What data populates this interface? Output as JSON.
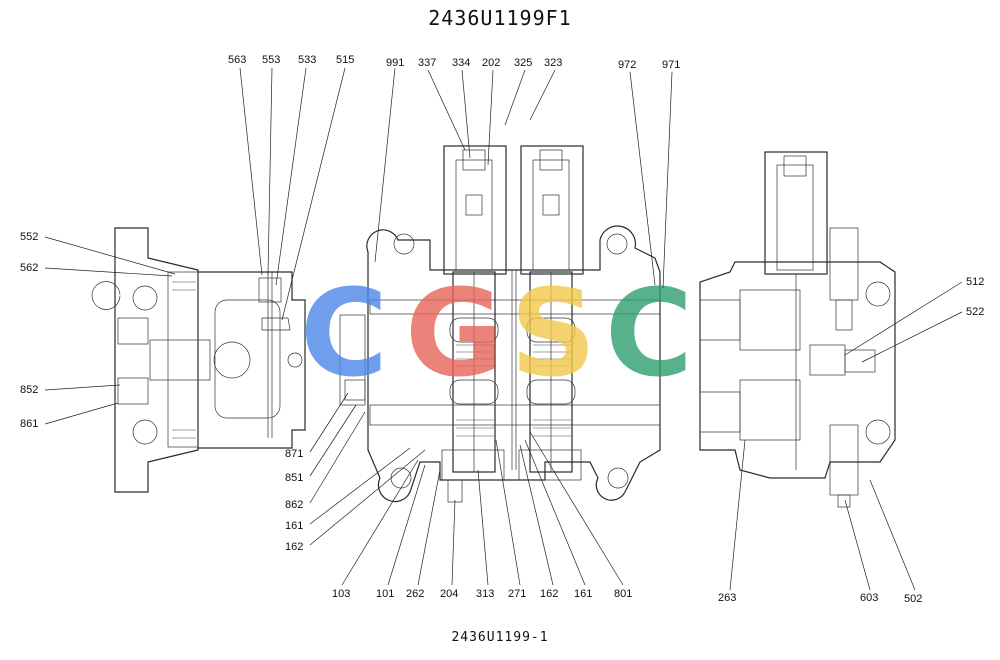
{
  "title": "2436U1199F1",
  "footer": "2436U1199-1",
  "watermark": {
    "letters": [
      {
        "char": "C",
        "color": "#4a86e8"
      },
      {
        "char": "G",
        "color": "#e8655a"
      },
      {
        "char": "S",
        "color": "#f2c94c"
      },
      {
        "char": "C",
        "color": "#2e9e6f"
      }
    ]
  },
  "callouts": [
    {
      "id": "563",
      "label": "563"
    },
    {
      "id": "553",
      "label": "553"
    },
    {
      "id": "533",
      "label": "533"
    },
    {
      "id": "515",
      "label": "515"
    },
    {
      "id": "991",
      "label": "991"
    },
    {
      "id": "337",
      "label": "337"
    },
    {
      "id": "334",
      "label": "334"
    },
    {
      "id": "202",
      "label": "202"
    },
    {
      "id": "325",
      "label": "325"
    },
    {
      "id": "323",
      "label": "323"
    },
    {
      "id": "972",
      "label": "972"
    },
    {
      "id": "971",
      "label": "971"
    },
    {
      "id": "552",
      "label": "552"
    },
    {
      "id": "562",
      "label": "562"
    },
    {
      "id": "852",
      "label": "852"
    },
    {
      "id": "861",
      "label": "861"
    },
    {
      "id": "512",
      "label": "512"
    },
    {
      "id": "522",
      "label": "522"
    },
    {
      "id": "871",
      "label": "871"
    },
    {
      "id": "851",
      "label": "851"
    },
    {
      "id": "862",
      "label": "862"
    },
    {
      "id": "161a",
      "label": "161"
    },
    {
      "id": "162a",
      "label": "162"
    },
    {
      "id": "103",
      "label": "103"
    },
    {
      "id": "101",
      "label": "101"
    },
    {
      "id": "262",
      "label": "262"
    },
    {
      "id": "204",
      "label": "204"
    },
    {
      "id": "313",
      "label": "313"
    },
    {
      "id": "271",
      "label": "271"
    },
    {
      "id": "162b",
      "label": "162"
    },
    {
      "id": "161b",
      "label": "161"
    },
    {
      "id": "801",
      "label": "801"
    },
    {
      "id": "263",
      "label": "263"
    },
    {
      "id": "603",
      "label": "603"
    },
    {
      "id": "502",
      "label": "502"
    }
  ]
}
